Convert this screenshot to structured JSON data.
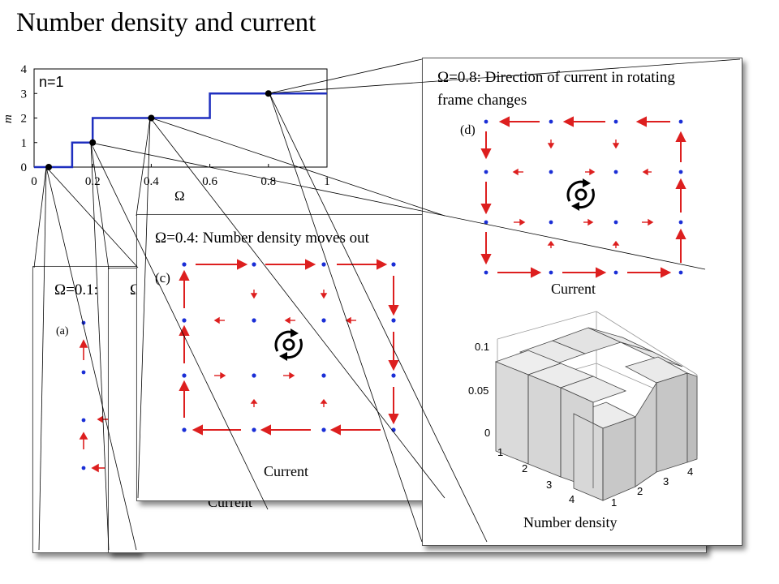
{
  "title": "Number density and current",
  "step_plot": {
    "ylabel": "m",
    "xlabel": "Ω",
    "legend": "n=1",
    "x_ticks": [
      "0",
      "0.2",
      "0.4",
      "0.6",
      "0.8",
      "1"
    ],
    "y_ticks": [
      "0",
      "1",
      "2",
      "3",
      "4"
    ],
    "color": "#1f2fbf"
  },
  "chart_data": {
    "type": "line",
    "title": "",
    "xlabel": "Ω",
    "ylabel": "m",
    "xlim": [
      0,
      1
    ],
    "ylim": [
      0,
      4
    ],
    "series": [
      {
        "name": "n=1",
        "x": [
          0,
          0.13,
          0.13,
          0.2,
          0.2,
          0.6,
          0.6,
          1.0
        ],
        "y": [
          0,
          0,
          1,
          1,
          2,
          2,
          3,
          3
        ]
      }
    ],
    "markers": [
      {
        "x": 0.05,
        "y": 0
      },
      {
        "x": 0.2,
        "y": 1
      },
      {
        "x": 0.4,
        "y": 2
      },
      {
        "x": 0.8,
        "y": 3
      }
    ]
  },
  "panels": {
    "a": {
      "caption": "Ω=0.1: ",
      "tag": "(a)"
    },
    "b": {
      "caption": "Ω",
      "footer": "Current"
    },
    "c": {
      "caption": "Ω=0.4: Number density moves out",
      "tag": "(c)",
      "footer": "Current"
    },
    "d": {
      "caption": "Ω=0.8: Direction of current in rotating frame changes",
      "tag": "(d)",
      "footer": "Current",
      "bar_footer": "Number density",
      "z_ticks": [
        "0",
        "0.05",
        "0.1"
      ],
      "axis_ticks": [
        "1",
        "2",
        "3",
        "4"
      ]
    }
  },
  "colors": {
    "arrow": "#dd1f1f",
    "dot": "#1a2ed6",
    "bar": "#dcdcdc"
  },
  "icons": [
    "rotation-icon"
  ]
}
